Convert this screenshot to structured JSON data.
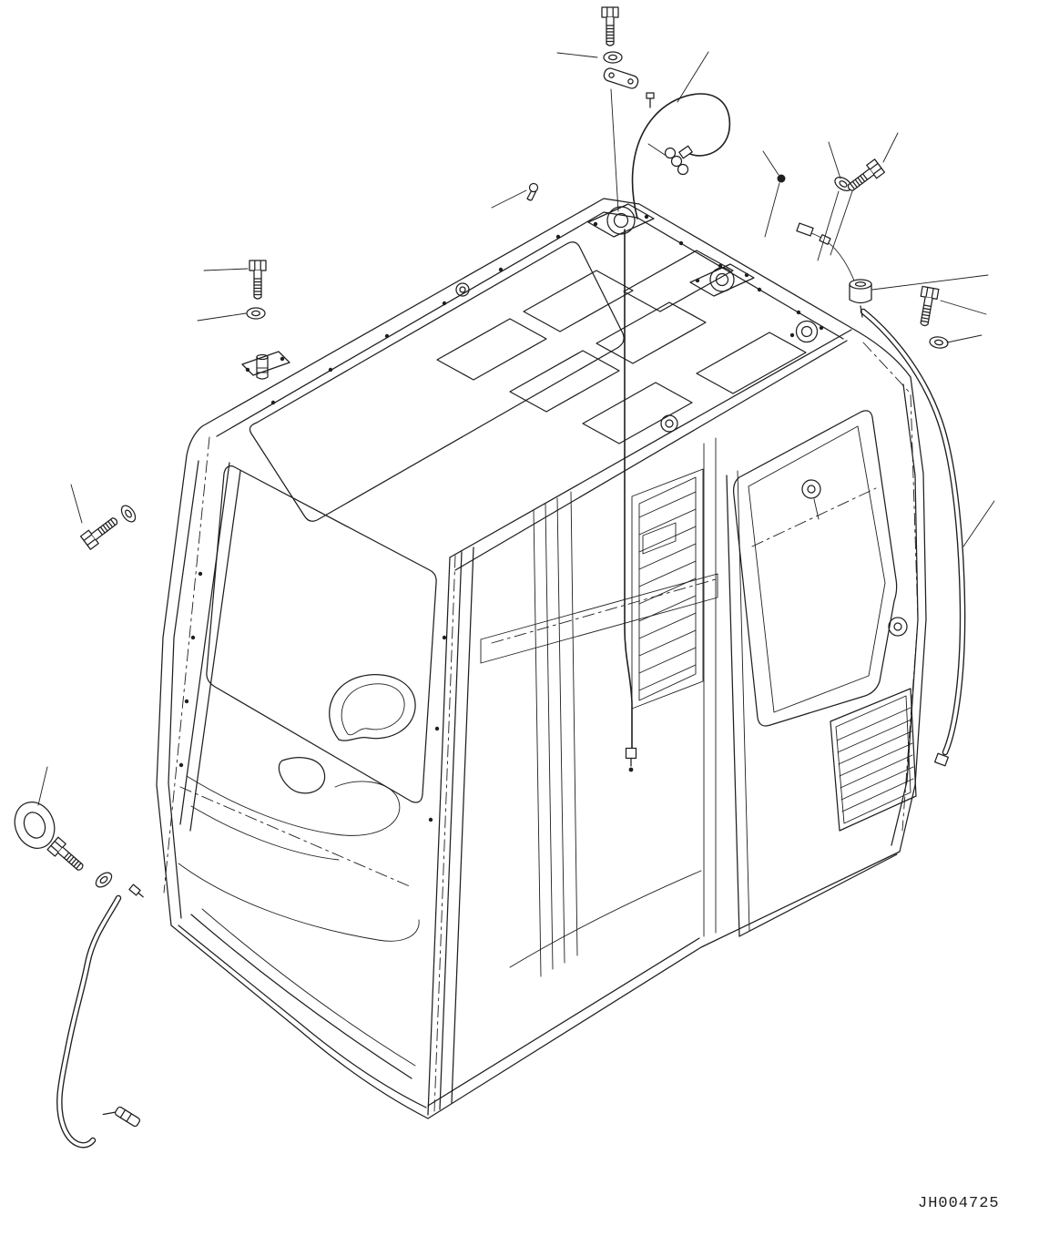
{
  "figure": {
    "id_label": "JH004725"
  },
  "style": {
    "line_color": "#1f1f1f",
    "background_color": "#ffffff"
  },
  "parts": {
    "symbols": [
      "hex-bolt",
      "flat-washer",
      "mount-bracket-plate",
      "machine-screw",
      "spring-pin",
      "ball-pin",
      "cap-nut",
      "grommet-bushing",
      "antenna-cable",
      "wiring-harness",
      "cable-connector",
      "roof-antenna-mount",
      "operator-cab"
    ]
  }
}
